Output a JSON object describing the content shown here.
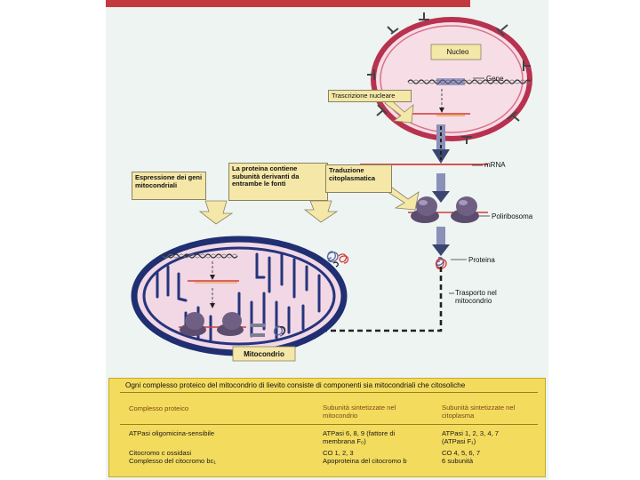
{
  "labels": {
    "nucleo": "Nucleo",
    "gene": "Gene",
    "trascrizione": "Trascrizione nucleare",
    "mrna": "mRNA",
    "poliribosoma": "Poliribosoma",
    "proteina": "Proteina",
    "trasporto": "Trasporto nel mitocondrio",
    "mitocondrio": "Mitocondrio"
  },
  "callouts": {
    "espressione": "Espressione dei geni mitocondriali",
    "proteina_contiene": "La proteina contiene subunità derivanti da entrambe le fonti",
    "traduzione": "Traduzione citoplasmatica"
  },
  "table": {
    "title": "Ogni complesso proteico del mitocondrio di lievito consiste di componenti sia mitocondriali che citosoliche",
    "headers": {
      "c1": "Complesso proteico",
      "c2": "Subunità sintetizzate nel mitocondrio",
      "c3": "Subunità sintetizzate nel citoplasma"
    },
    "rows": [
      {
        "c1": "ATPasi oligomicina-sensibile",
        "c2": "ATPasi 6, 8, 9 (fattore di membrana F₀)",
        "c3": "ATPasi 1, 2, 3, 4, 7 (ATPasi F₁)"
      },
      {
        "c1": "Citocromo c ossidasi",
        "c2": "CO 1, 2, 3",
        "c3": "CO 4, 5, 6, 7"
      },
      {
        "c1": "Complesso del citocromo bc₁",
        "c2": "Apoproteina del citocromo b",
        "c3": "6 subunità"
      }
    ]
  },
  "colors": {
    "background": "#eef4f2",
    "nucleus_fill": "#f6dde6",
    "nucleus_envelope": "#b8324f",
    "mitochondrion_outer": "#1f2f72",
    "mitochondrion_fill": "#f2d7e4",
    "callout_fill": "#f4e7a8",
    "table_fill": "#f3db5e",
    "ribosome": "#5c4d6e",
    "arrow": "#3a4670"
  }
}
